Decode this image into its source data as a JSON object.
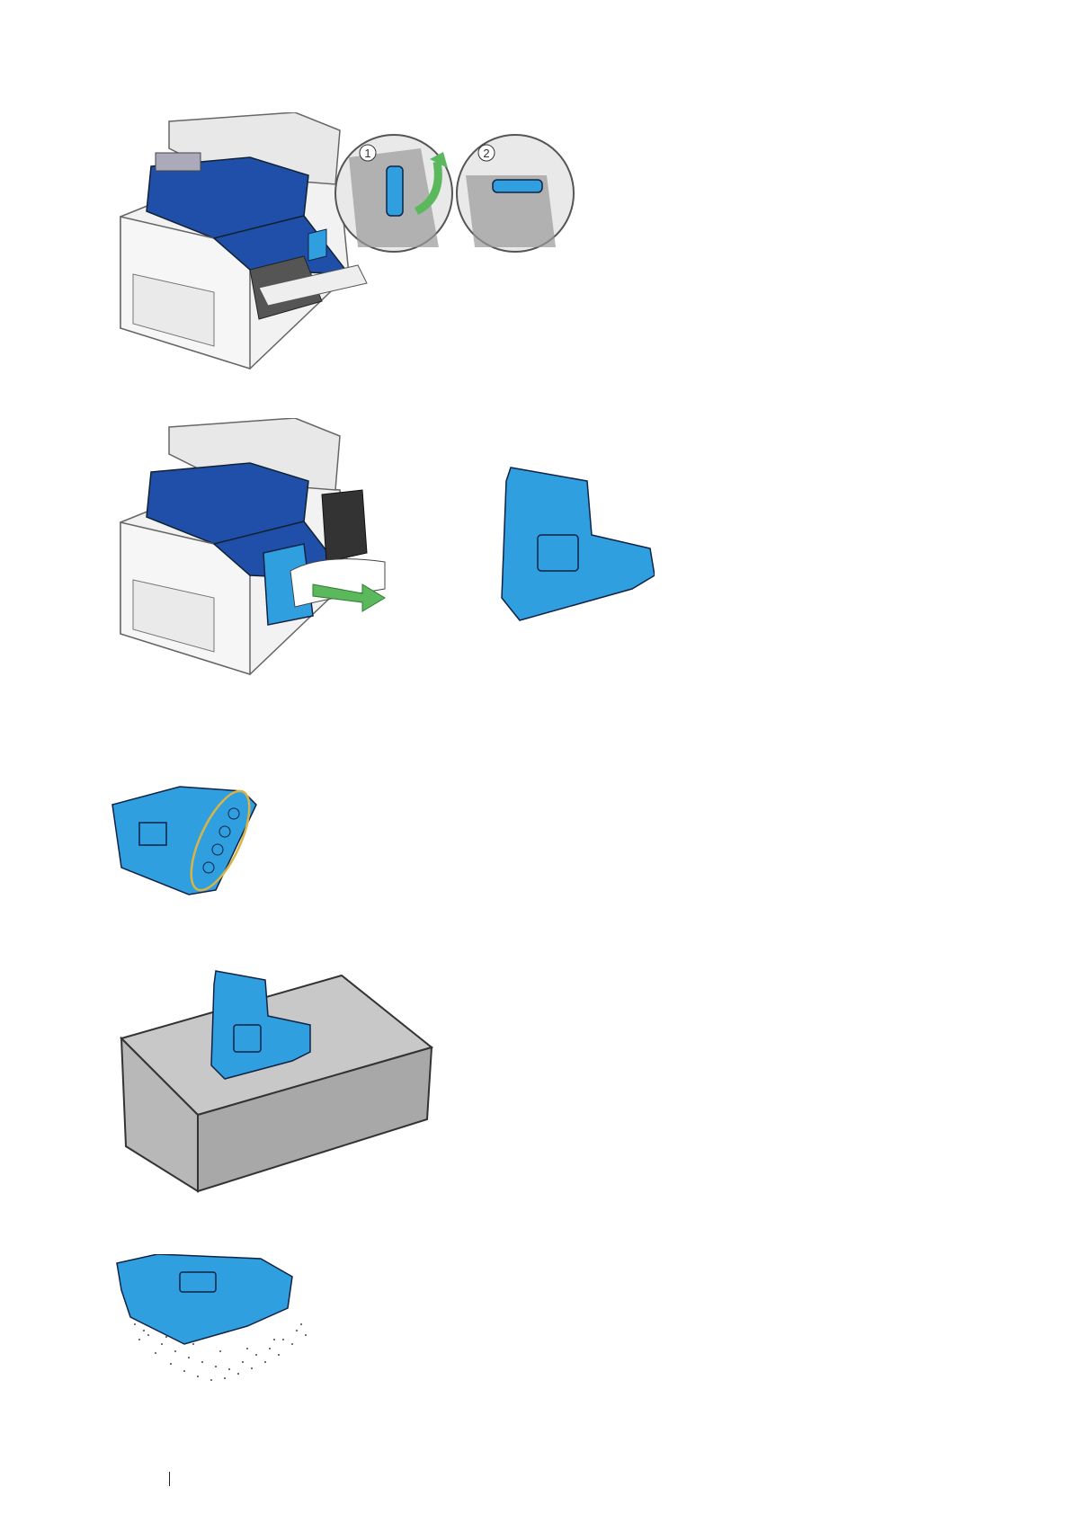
{
  "figure1": {
    "step_labels": [
      "1",
      "2"
    ]
  },
  "figures": [
    {
      "name": "lock-lever-figure",
      "icon": "printer-lever-unlock"
    },
    {
      "name": "remove-waste-box-figure",
      "icon": "printer-waste-box-removal"
    },
    {
      "name": "waste-box-openings-figure",
      "icon": "waste-box-openings"
    },
    {
      "name": "waste-box-upright-figure",
      "icon": "waste-box-on-table"
    },
    {
      "name": "waste-box-toner-spill-figure",
      "icon": "waste-box-toner-spill"
    }
  ],
  "colors": {
    "toner_blue": "#2f9fe0",
    "printer_blue": "#1f4fa8",
    "arrow_green": "#5cb85c",
    "highlight_gold": "#d8b445",
    "table_gray": "#c8c8c8"
  }
}
